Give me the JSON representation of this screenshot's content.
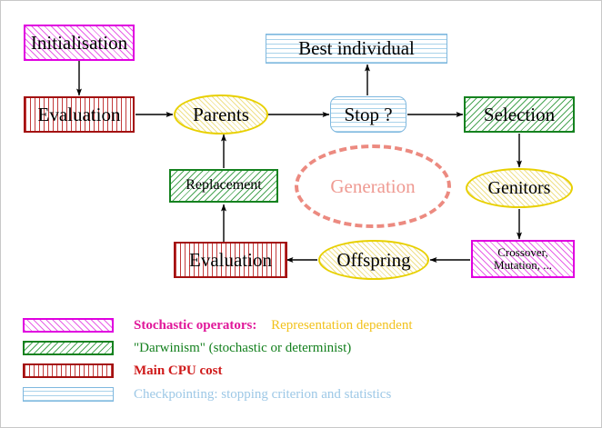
{
  "diagram": {
    "title": "Evolutionary algorithm flowchart",
    "nodes": [
      {
        "id": "initialisation",
        "label": "Initialisation",
        "shape": "rect",
        "fill": "stochastic-operators"
      },
      {
        "id": "evaluation_top",
        "label": "Evaluation",
        "shape": "rect",
        "fill": "main-cpu-cost"
      },
      {
        "id": "parents",
        "label": "Parents",
        "shape": "ellipse",
        "fill": "representation-dependent"
      },
      {
        "id": "stop",
        "label": "Stop ?",
        "shape": "rounded-rect",
        "fill": "checkpointing"
      },
      {
        "id": "best_individual",
        "label": "Best individual",
        "shape": "rect",
        "fill": "checkpointing"
      },
      {
        "id": "selection",
        "label": "Selection",
        "shape": "rect",
        "fill": "darwinism"
      },
      {
        "id": "genitors",
        "label": "Genitors",
        "shape": "ellipse",
        "fill": "representation-dependent"
      },
      {
        "id": "crossover_mutation",
        "label_line1": "Crossover,",
        "label_line2": "Mutation, ...",
        "shape": "rect",
        "fill": "stochastic-operators"
      },
      {
        "id": "offspring",
        "label": "Offspring",
        "shape": "ellipse",
        "fill": "representation-dependent"
      },
      {
        "id": "evaluation_bottom",
        "label": "Evaluation",
        "shape": "rect",
        "fill": "main-cpu-cost"
      },
      {
        "id": "replacement",
        "label": "Replacement",
        "shape": "rect",
        "fill": "darwinism"
      },
      {
        "id": "generation",
        "label": "Generation",
        "shape": "dashed-ellipse",
        "fill": "none"
      }
    ],
    "edges": [
      {
        "from": "initialisation",
        "to": "evaluation_top"
      },
      {
        "from": "evaluation_top",
        "to": "parents"
      },
      {
        "from": "parents",
        "to": "stop"
      },
      {
        "from": "stop",
        "to": "best_individual"
      },
      {
        "from": "stop",
        "to": "selection"
      },
      {
        "from": "selection",
        "to": "genitors"
      },
      {
        "from": "genitors",
        "to": "crossover_mutation"
      },
      {
        "from": "crossover_mutation",
        "to": "offspring"
      },
      {
        "from": "offspring",
        "to": "evaluation_bottom"
      },
      {
        "from": "evaluation_bottom",
        "to": "replacement"
      },
      {
        "from": "replacement",
        "to": "parents"
      }
    ]
  },
  "legend": {
    "rows": [
      {
        "swatch": "magenta-diagonal-hatch",
        "text_primary": "Stochastic operators:",
        "text_secondary": "Representation dependent",
        "color_primary": "#e0189a",
        "color_secondary": "#f2c21c"
      },
      {
        "swatch": "green-diagonal-hatch",
        "text_primary": "\"Darwinism\" (stochastic or determinist)",
        "text_secondary": "",
        "color_primary": "#14801e",
        "color_secondary": ""
      },
      {
        "swatch": "red-vertical-hatch",
        "text_primary": "Main CPU cost",
        "text_secondary": "",
        "color_primary": "#cf1a1a",
        "color_secondary": ""
      },
      {
        "swatch": "blue-horizontal-hatch",
        "text_primary": "Checkpointing: stopping criterion and statistics",
        "text_secondary": "",
        "color_primary": "#9dc8e6",
        "color_secondary": ""
      }
    ]
  },
  "colors": {
    "stochastic_operators_border": "#e000e0",
    "darwinism_border": "#15821f",
    "main_cpu_border": "#a31010",
    "checkpointing_border": "#7fb8df",
    "representation_dependent_border": "#e8d000",
    "generation_ring": "#ec8a80",
    "arrow": "#000000"
  }
}
